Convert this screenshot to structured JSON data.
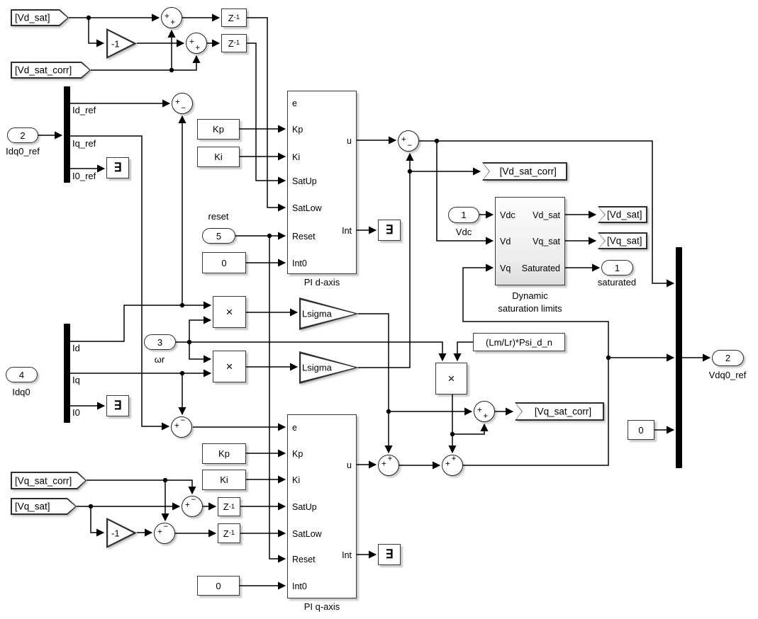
{
  "tags": {
    "from_vd_sat": "[Vd_sat]",
    "from_vd_sat_corr": "[Vd_sat_corr]",
    "from_vq_sat_corr": "[Vq_sat_corr]",
    "from_vq_sat": "[Vq_sat]",
    "goto_vd_sat_corr": "[Vd_sat_corr]",
    "goto_vd_sat": "[Vd_sat]",
    "goto_vq_sat": "[Vq_sat]",
    "goto_vq_sat_corr": "[Vq_sat_corr]"
  },
  "inports": {
    "idq0_ref": {
      "num": "2",
      "label": "Idq0_ref"
    },
    "idq0": {
      "num": "4",
      "label": "Idq0"
    },
    "wr": {
      "num": "3",
      "label": "ωr"
    },
    "vdc": {
      "num": "1",
      "label": "Vdc"
    },
    "reset": {
      "num": "5",
      "label": "reset"
    }
  },
  "outports": {
    "saturated": {
      "num": "1",
      "label": "saturated"
    },
    "vdq0_ref": {
      "num": "2",
      "label": "Vdq0_ref"
    }
  },
  "signals": {
    "id_ref": "Id_ref",
    "iq_ref": "Iq_ref",
    "i0_ref": "I0_ref",
    "id": "Id",
    "iq": "Iq",
    "i0": "I0"
  },
  "constants": {
    "kp": "Kp",
    "ki": "Ki",
    "zero": "0",
    "flux_gain": "(Lm/Lr)*Psi_d_n"
  },
  "gains": {
    "minus_one": "-1",
    "lsigma": "Lsigma"
  },
  "unit_delay": {
    "base": "Z",
    "exp": "-1"
  },
  "product_symbol": "×",
  "terminator_symbol": "∃",
  "sums": {
    "plus": "+",
    "minus": "−"
  },
  "pi_d": {
    "title": "PI d-axis",
    "inputs": [
      "e",
      "Kp",
      "Ki",
      "SatUp",
      "SatLow",
      "Reset",
      "Int0"
    ],
    "outputs": [
      "u",
      "Int"
    ]
  },
  "pi_q": {
    "title": "PI q-axis",
    "inputs": [
      "e",
      "Kp",
      "Ki",
      "SatUp",
      "SatLow",
      "Reset",
      "Int0"
    ],
    "outputs": [
      "u",
      "Int"
    ]
  },
  "dynsat": {
    "title1": "Dynamic",
    "title2": "saturation limits",
    "inputs": [
      "Vdc",
      "Vd",
      "Vq"
    ],
    "outputs": [
      "Vd_sat",
      "Vq_sat",
      "Saturated"
    ]
  },
  "colors": {
    "wire": "#000000",
    "block_border": "#383838",
    "block_fill": "#ffffff",
    "background": "#ffffff"
  }
}
